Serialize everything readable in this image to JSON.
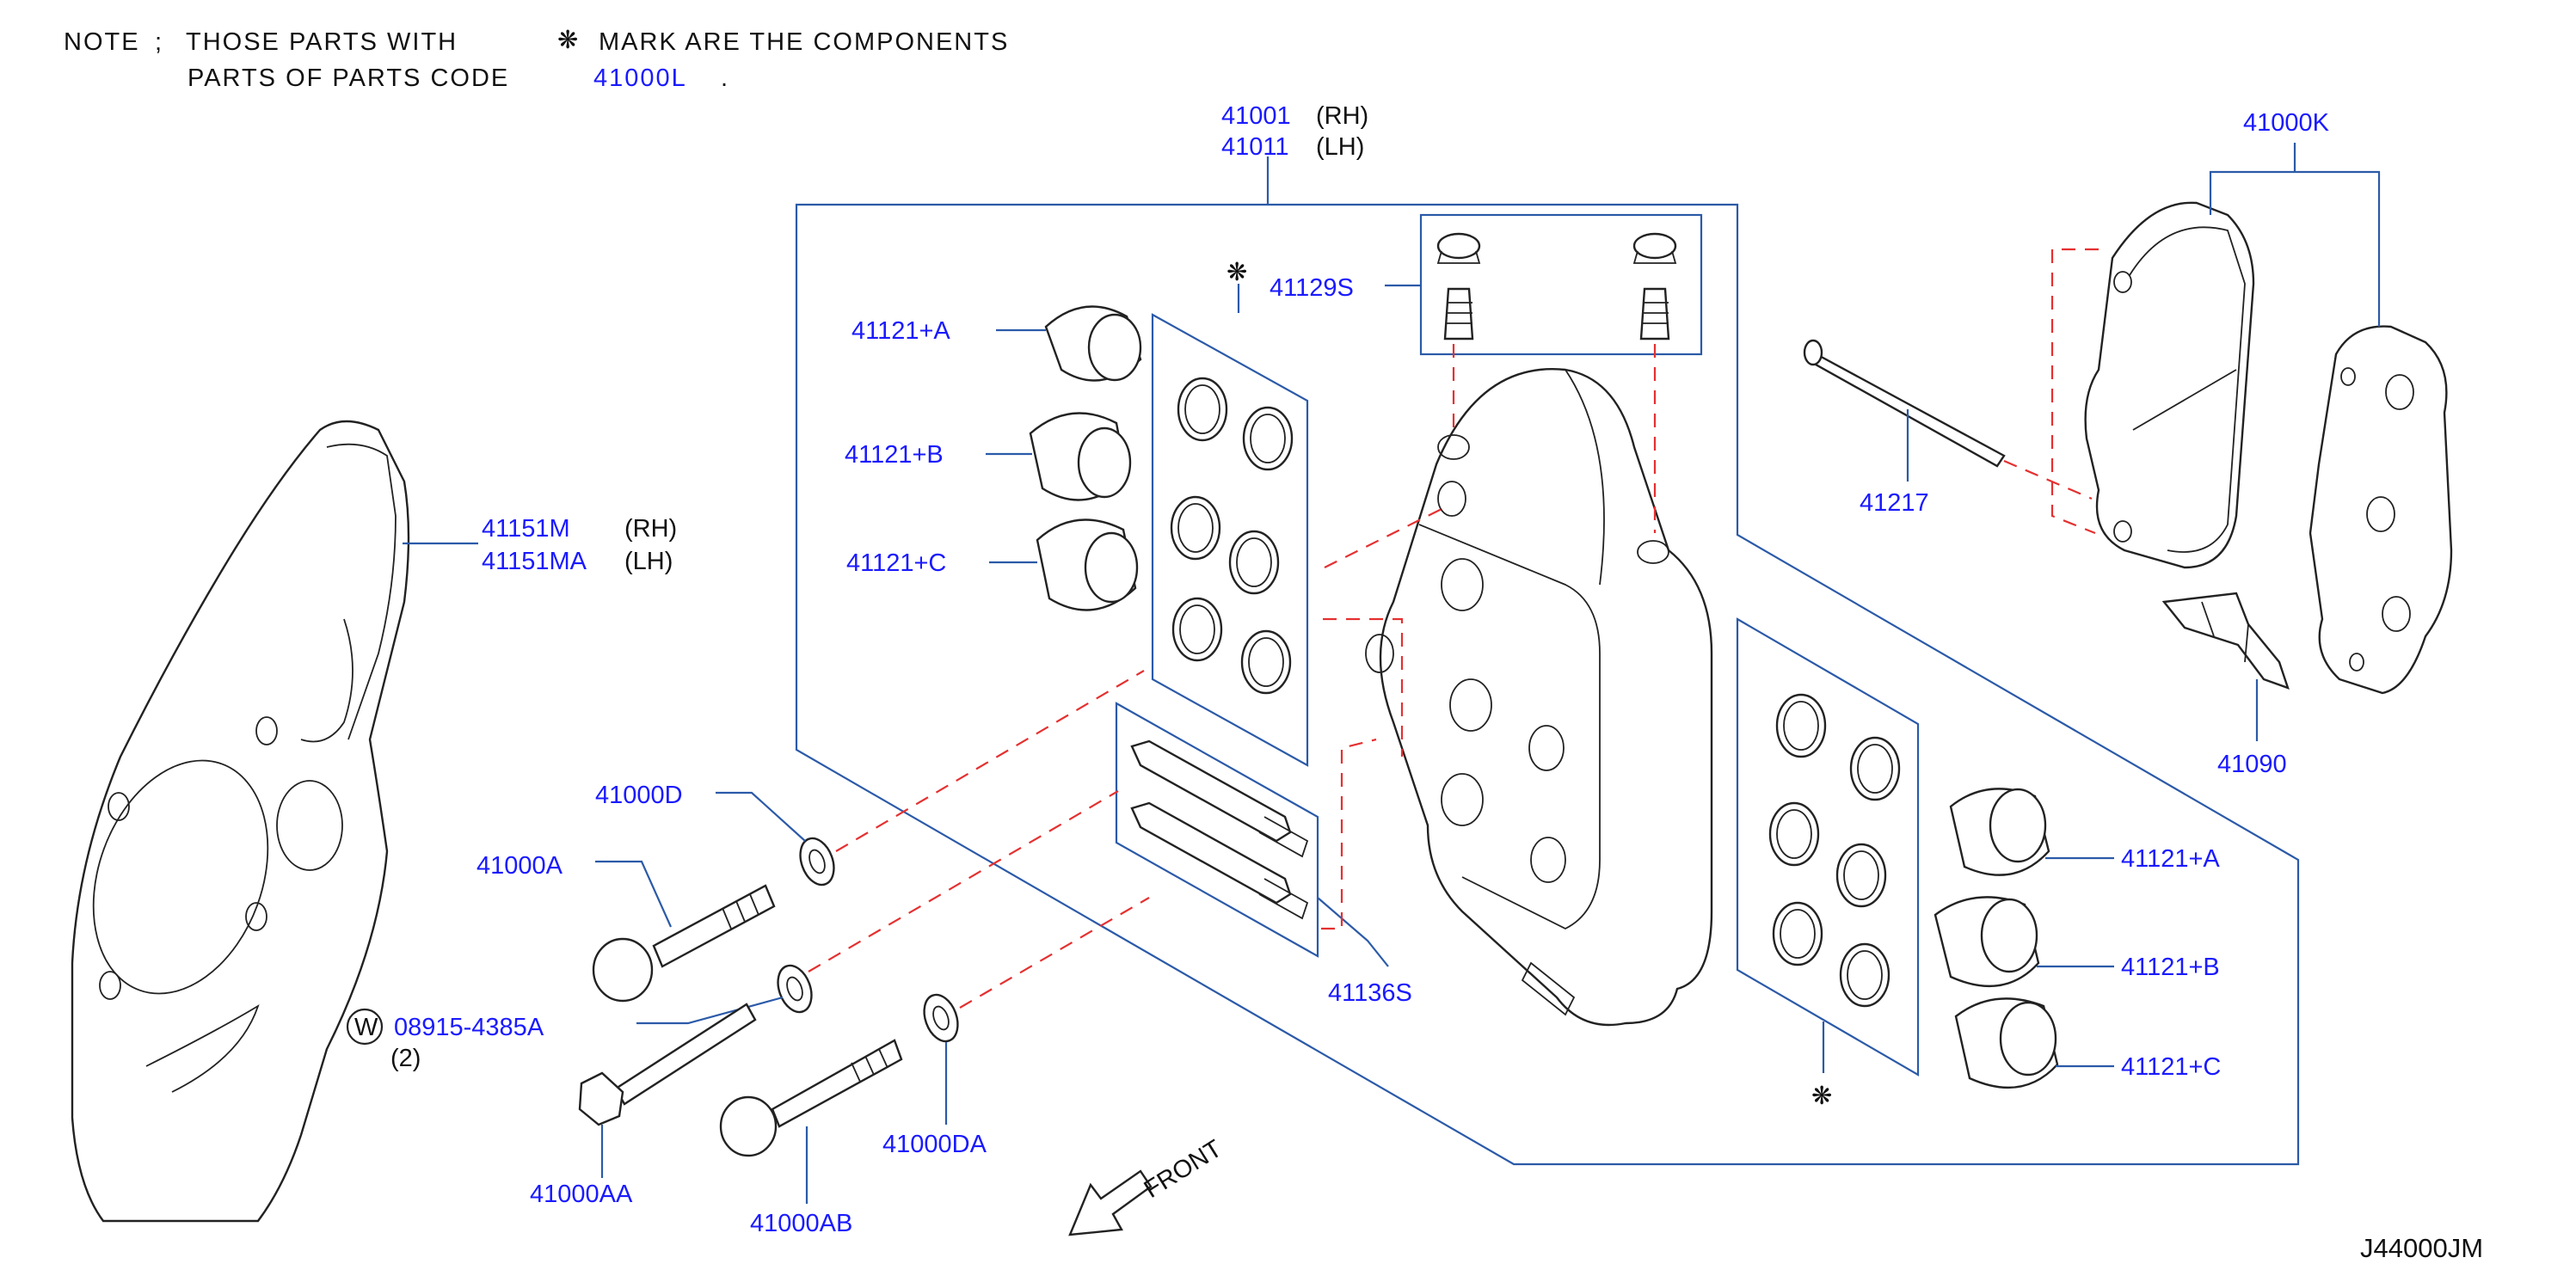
{
  "note": {
    "prefix": "NOTE",
    "sep": ";",
    "line1a": "THOSE PARTS WITH",
    "mark": "❋",
    "line1b": "MARK ARE THE COMPONENTS",
    "line2a": "PARTS OF PARTS CODE",
    "code": "41000L",
    "period": "."
  },
  "labels": {
    "p41001": "41001",
    "rh1": "(RH)",
    "p41011": "41011",
    "lh1": "(LH)",
    "p41000K": "41000K",
    "p41129S": "41129S",
    "p41121A_l": "41121+A",
    "p41121B_l": "41121+B",
    "p41121C_l": "41121+C",
    "p41151M": "41151M",
    "rh2": "(RH)",
    "p41151MA": "41151MA",
    "lh2": "(LH)",
    "p41217": "41217",
    "p41090": "41090",
    "p41000D": "41000D",
    "p41000A": "41000A",
    "w": "W",
    "p08915": "08915-4385A",
    "qty": "(2)",
    "p41000AA": "41000AA",
    "p41000AB": "41000AB",
    "p41000DA": "41000DA",
    "p41136S": "41136S",
    "p41121A_r": "41121+A",
    "p41121B_r": "41121+B",
    "p41121C_r": "41121+C",
    "front": "FRONT",
    "mark_top": "❋",
    "mark_bottom": "❋",
    "diagram_id": "J44000JM"
  },
  "colors": {
    "partno": "#1a1aff",
    "leader": "#2b5aa8",
    "dashed": "#e53030",
    "ink": "#222222"
  }
}
